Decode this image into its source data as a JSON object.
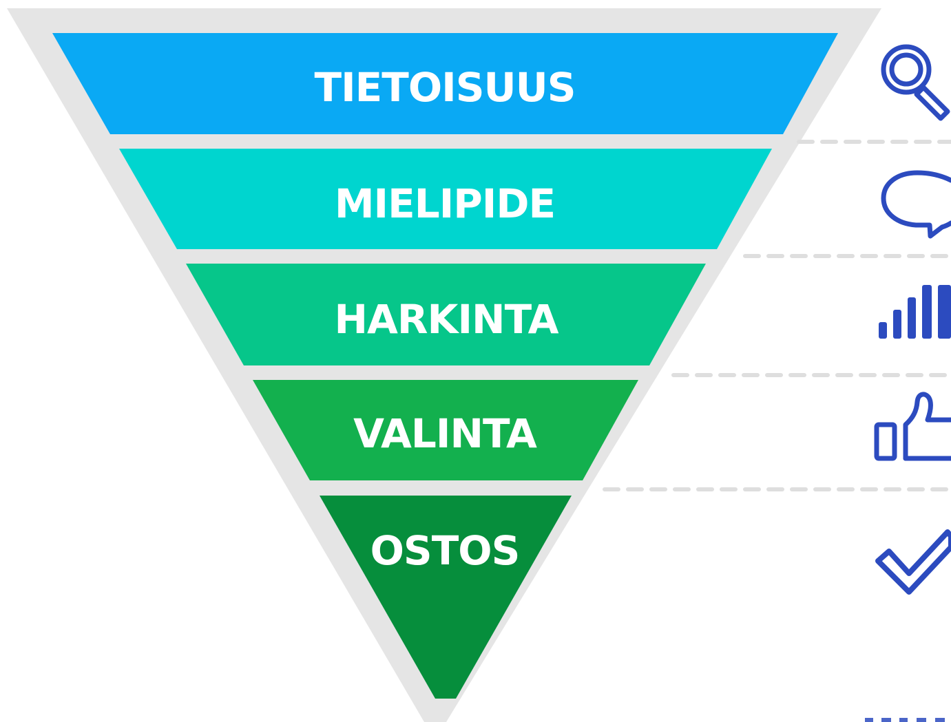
{
  "funnel": {
    "stages": [
      {
        "label": "TIETOISUUS",
        "color": "#0aa9f4",
        "icon": "magnifier-icon"
      },
      {
        "label": "MIELIPIDE",
        "color": "#00d5cf",
        "icon": "speech-bubble-icon"
      },
      {
        "label": "HARKINTA",
        "color": "#06c68a",
        "icon": "bar-chart-icon"
      },
      {
        "label": "VALINTA",
        "color": "#13b04e",
        "icon": "thumbs-up-icon"
      },
      {
        "label": "OSTOS",
        "color": "#068e3c",
        "icon": "checkmark-icon"
      }
    ],
    "outline_color": "#e5e5e5",
    "icon_color": "#2c4bbf",
    "divider_color": "#dedede"
  }
}
